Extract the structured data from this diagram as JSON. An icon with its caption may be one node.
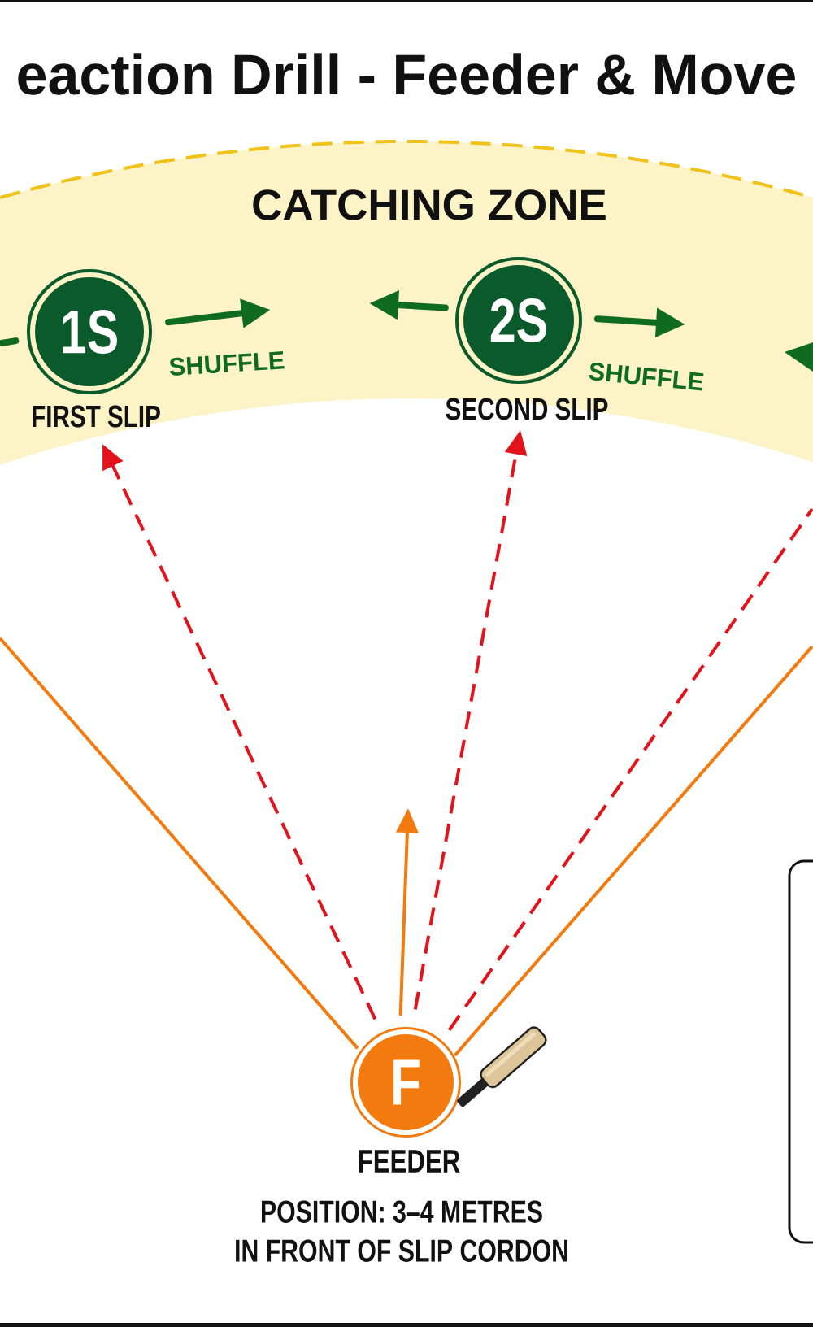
{
  "diagram": {
    "title": "eaction Drill - Feeder & Move",
    "nodes": [
      {
        "text": [
          "CATCHING ZONE"
        ]
      },
      {
        "text": [
          "1S"
        ],
        "beside": [
          "FIRST SLIP"
        ],
        "in": 0
      },
      {
        "text": [
          "2S"
        ],
        "beside": [
          "SECOND SLIP"
        ],
        "in": 0
      },
      {
        "text": [
          "F"
        ],
        "beside": [
          "FEEDER",
          "POSITION: 3–4 METRES IN FRONT OF SLIP CORDON"
        ]
      }
    ],
    "edges": [
      {
        "from": 1,
        "to": null,
        "arrow": "none",
        "style": "thick"
      },
      {
        "from": 1,
        "to": null,
        "arrow": "to",
        "style": "thick",
        "label": "SHUFFLE"
      },
      {
        "from": 2,
        "to": null,
        "arrow": "to",
        "style": "thick"
      },
      {
        "from": 2,
        "to": null,
        "arrow": "to",
        "style": "thick",
        "label": "SHUFFLE"
      },
      {
        "from": 3,
        "to": null,
        "arrow": "none",
        "color": "#f27a0f"
      },
      {
        "from": 3,
        "to": 1,
        "arrow": "to",
        "style": "dashed",
        "color": "#e3131b"
      },
      {
        "from": 3,
        "to": null,
        "arrow": "to",
        "color": "#f27a0f"
      },
      {
        "from": 3,
        "to": 2,
        "arrow": "to",
        "style": "dashed",
        "color": "#e3131b"
      },
      {
        "from": 3,
        "to": null,
        "arrow": "none",
        "style": "dashed",
        "color": "#e3131b"
      },
      {
        "from": 3,
        "to": null,
        "arrow": "none",
        "color": "#f27a0f"
      }
    ]
  }
}
